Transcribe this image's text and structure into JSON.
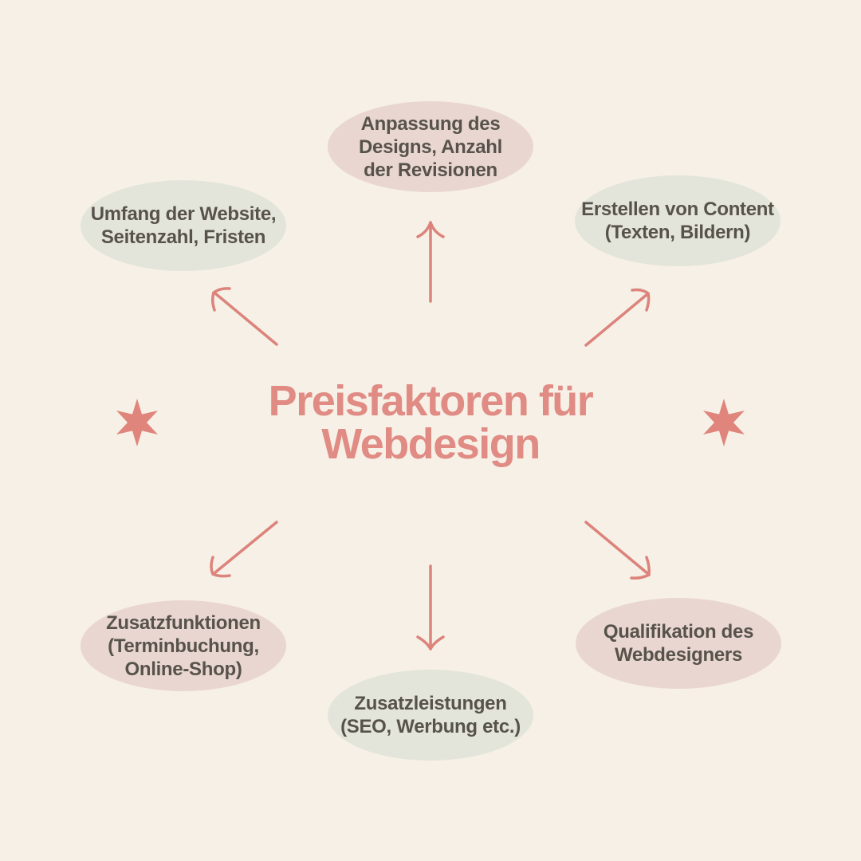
{
  "title": {
    "text": "Preisfaktoren für\nWebdesign"
  },
  "nodes": [
    {
      "id": "anpassung",
      "position": "top",
      "variant": "rose",
      "label": "Anpassung des\nDesigns, Anzahl\nder Revisionen"
    },
    {
      "id": "umfang",
      "position": "top-left",
      "variant": "sage",
      "label": "Umfang der Website,\nSeitenzahl, Fristen"
    },
    {
      "id": "content",
      "position": "top-right",
      "variant": "sage",
      "label": "Erstellen von Content\n(Texten, Bildern)"
    },
    {
      "id": "zusatzfunktionen",
      "position": "bottom-left",
      "variant": "rose",
      "label": "Zusatzfunktionen\n(Terminbuchung,\nOnline-Shop)"
    },
    {
      "id": "zusatzleistungen",
      "position": "bottom-center",
      "variant": "sage",
      "label": "Zusatzleistungen\n(SEO, Werbung etc.)"
    },
    {
      "id": "qualifikation",
      "position": "bottom-right",
      "variant": "rose",
      "label": "Qualifikation des\nWebdesigners"
    }
  ],
  "decorations": {
    "left_icon": "six-point-star",
    "right_icon": "six-point-star",
    "arrow_style": "hand-drawn curved arrowheads radiating from center"
  },
  "colors": {
    "background": "#f6f0e6",
    "accent_coral": "#e08b84",
    "star_coral": "#e0857b",
    "arrow_coral": "#dc837b",
    "node_rose": "#e9d6d1",
    "node_sage": "#e4e5da",
    "node_text": "#57534b"
  }
}
